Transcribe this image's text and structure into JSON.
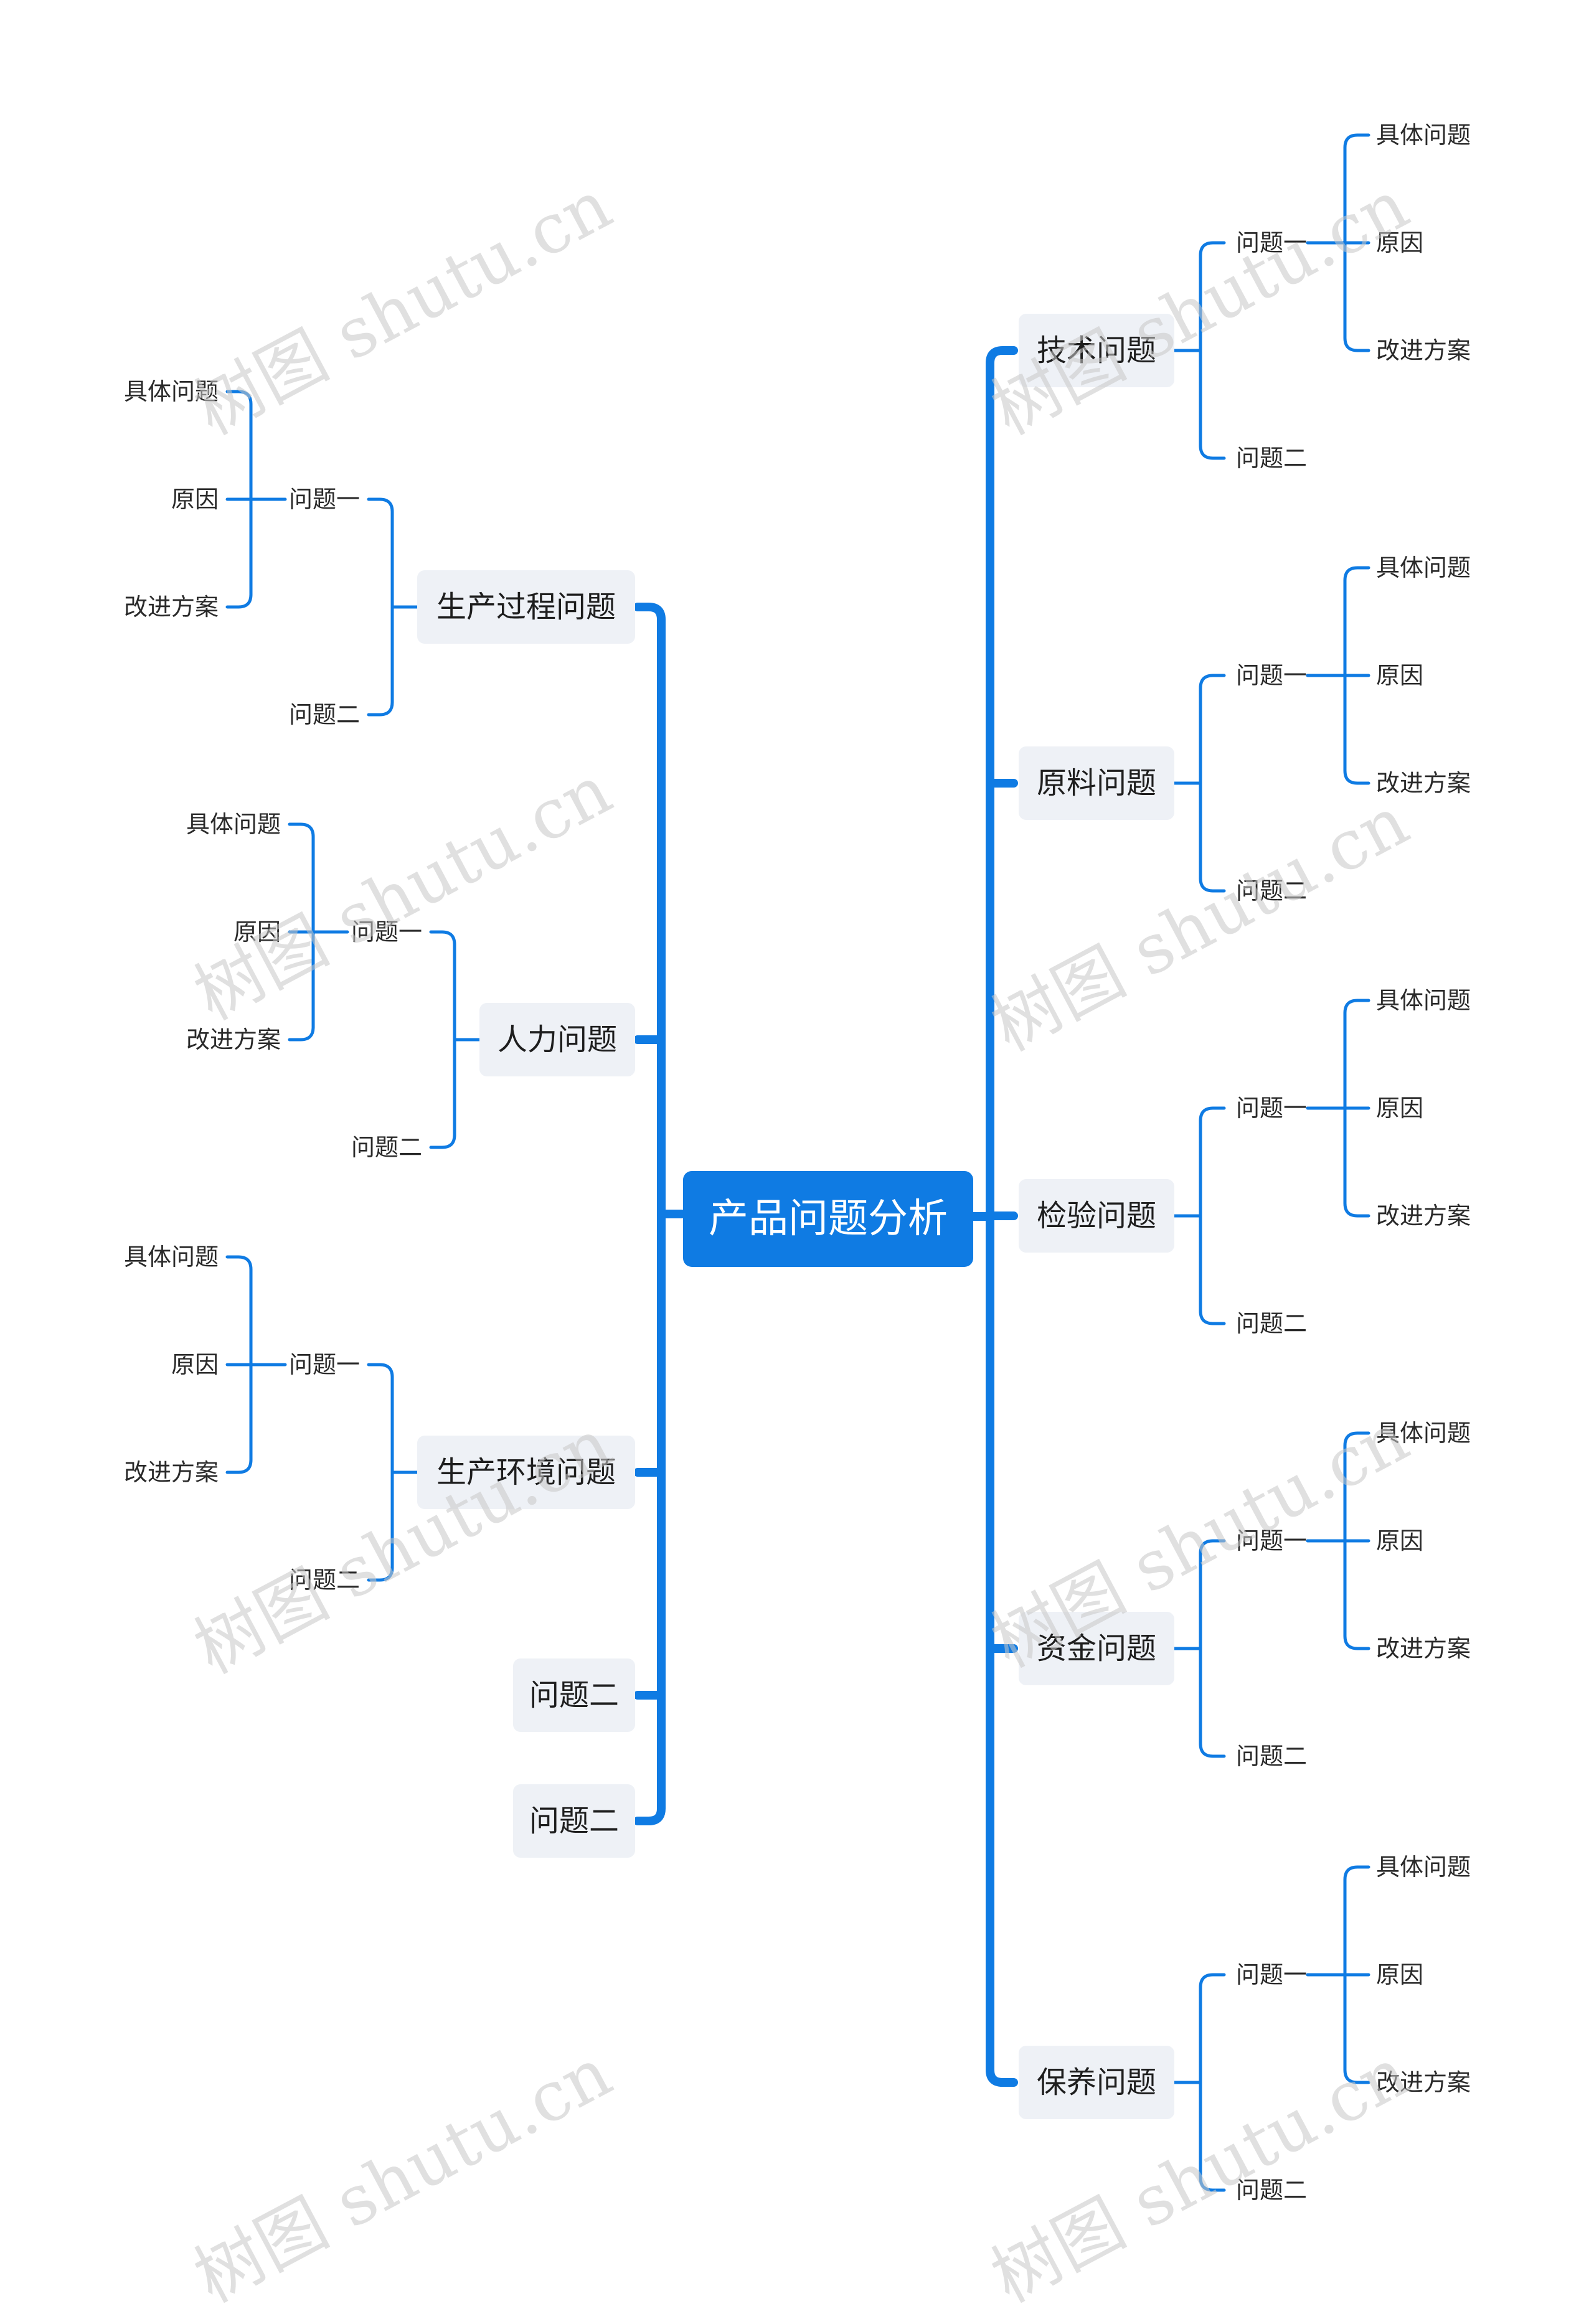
{
  "root": {
    "label": "产品问题分析"
  },
  "left_branches": [
    {
      "label": "生产过程问题",
      "children": [
        {
          "label": "问题一",
          "children": [
            "具体问题",
            "原因",
            "改进方案"
          ]
        },
        {
          "label": "问题二",
          "children": []
        }
      ]
    },
    {
      "label": "人力问题",
      "children": [
        {
          "label": "问题一",
          "children": [
            "具体问题",
            "原因",
            "改进方案"
          ]
        },
        {
          "label": "问题二",
          "children": []
        }
      ]
    },
    {
      "label": "生产环境问题",
      "children": [
        {
          "label": "问题一",
          "children": [
            "具体问题",
            "原因",
            "改进方案"
          ]
        },
        {
          "label": "问题二",
          "children": []
        }
      ]
    },
    {
      "label": "问题二",
      "children": []
    },
    {
      "label": "问题二",
      "children": []
    }
  ],
  "right_branches": [
    {
      "label": "技术问题",
      "children": [
        {
          "label": "问题一",
          "children": [
            "具体问题",
            "原因",
            "改进方案"
          ]
        },
        {
          "label": "问题二",
          "children": []
        }
      ]
    },
    {
      "label": "原料问题",
      "children": [
        {
          "label": "问题一",
          "children": [
            "具体问题",
            "原因",
            "改进方案"
          ]
        },
        {
          "label": "问题二",
          "children": []
        }
      ]
    },
    {
      "label": "检验问题",
      "children": [
        {
          "label": "问题一",
          "children": [
            "具体问题",
            "原因",
            "改进方案"
          ]
        },
        {
          "label": "问题二",
          "children": []
        }
      ]
    },
    {
      "label": "资金问题",
      "children": [
        {
          "label": "问题一",
          "children": [
            "具体问题",
            "原因",
            "改进方案"
          ]
        },
        {
          "label": "问题二",
          "children": []
        }
      ]
    },
    {
      "label": "保养问题",
      "children": [
        {
          "label": "问题一",
          "children": [
            "具体问题",
            "原因",
            "改进方案"
          ]
        },
        {
          "label": "问题二",
          "children": []
        }
      ]
    }
  ],
  "watermark": {
    "text": "树图 shutu.cn"
  },
  "colors": {
    "line": "#0f7be3",
    "root_fill": "#0f7be3",
    "topic_fill": "#eef1f6",
    "text": "#1e1e1e"
  }
}
